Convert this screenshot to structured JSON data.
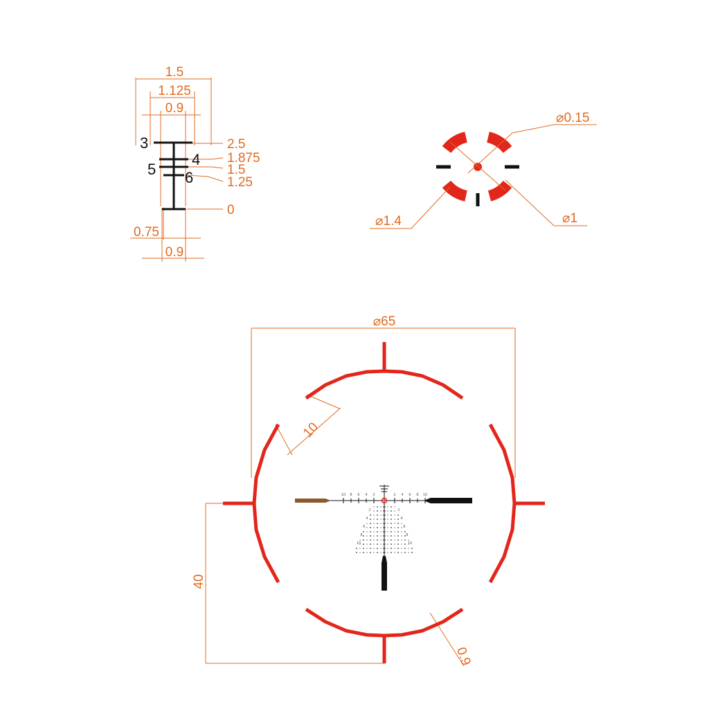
{
  "colors": {
    "dimension": "#e06a1f",
    "reticle_red": "#e3261b",
    "reticle_black": "#111111",
    "bar_gold": "#8a5a2b"
  },
  "icons": {
    "diameter": "diameter-symbol"
  },
  "tree_detail": {
    "top_dims": [
      "1.5",
      "1.125",
      "0.9"
    ],
    "level_numbers": [
      "3",
      "4",
      "5",
      "6"
    ],
    "level_values": [
      "2.5",
      "1.875",
      "1.5",
      "1.25",
      "0"
    ],
    "bottom_dims": [
      "0.75",
      "0.9"
    ]
  },
  "center_detail": {
    "dot_diameter": "0.15",
    "outer_diameter": "1.4",
    "inner_diameter": "1"
  },
  "main_reticle": {
    "outer_diameter": "65",
    "segment_length": "10",
    "offset": "40",
    "line_width": "0.9",
    "hash_labels": [
      "10",
      "8",
      "6",
      "4",
      "2",
      "2",
      "4",
      "6",
      "8",
      "10"
    ],
    "tree_labels": [
      "2",
      "4",
      "6",
      "8",
      "10"
    ]
  }
}
